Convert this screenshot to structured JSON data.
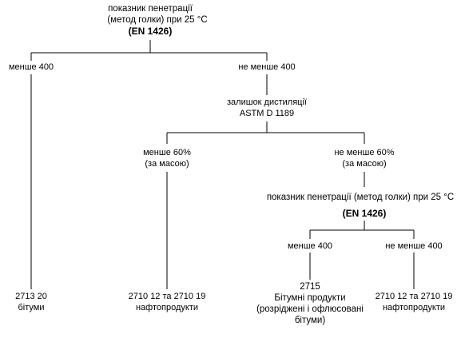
{
  "top": {
    "title_line1": "показник пенетрації",
    "title_line2": "(метод голки) при 25 °С",
    "standard": "(EN 1426)"
  },
  "level1": {
    "left_label": "менше 400",
    "right_label": "не менше 400"
  },
  "distillation": {
    "line1": "залишок дистиляції",
    "line2": "ASTM D 1189"
  },
  "level2": {
    "left_line1": "менше 60%",
    "left_line2": "(за масою)",
    "right_line1": "не менше 60%",
    "right_line2": "(за масою)"
  },
  "second_penetration": {
    "title": "показник пенетрації (метод голки) при 25 °С",
    "standard": "(EN 1426)"
  },
  "level3": {
    "left_label": "менше 400",
    "right_label": "не менше 400"
  },
  "outcomes": {
    "bitumen": {
      "code": "2713 20",
      "name": "бітуми"
    },
    "oil_products_1": {
      "code": "2710 12 та 2710 19",
      "name": "нафтопродукти"
    },
    "bituminous": {
      "code": "2715",
      "name_line1": "Бітумні продукти",
      "name_line2": "(розріджені і офлюсовані",
      "name_line3": "бітуми)"
    },
    "oil_products_2": {
      "code": "2710 12 та 2710 19",
      "name": "нафтопродукти"
    }
  },
  "colors": {
    "line": "#000000",
    "text": "#000000",
    "background": "#ffffff"
  }
}
